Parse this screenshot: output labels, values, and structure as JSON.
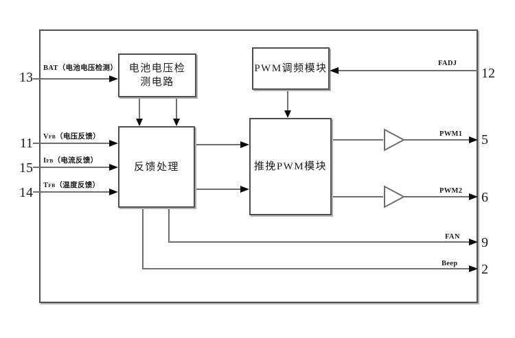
{
  "colors": {
    "bg": "#ffffff",
    "line": "#6e6e6e",
    "border": "#4f4f4f",
    "arrow": "#0a0a0a",
    "text": "#1a1a1a",
    "shadow": "#b0b0b0"
  },
  "blocks": {
    "battery_detect": {
      "line1": "电池电压检",
      "line2": "测电路"
    },
    "feedback": {
      "label": "反馈处理"
    },
    "pwm_freq": {
      "label": "PWM调频模块"
    },
    "push_pull": {
      "label": "推挽PWM模块"
    }
  },
  "pins": {
    "left": [
      {
        "number": "13",
        "signal": "BAT",
        "sub": "",
        "desc": "（电池电压检测）"
      },
      {
        "number": "11",
        "signal": "V",
        "sub": "FB",
        "desc": "（电压反馈）"
      },
      {
        "number": "15",
        "signal": "I",
        "sub": "FB",
        "desc": "（电流反馈）"
      },
      {
        "number": "14",
        "signal": "T",
        "sub": "FB",
        "desc": "（温度反馈）"
      }
    ],
    "right": [
      {
        "number": "12",
        "signal": "FADJ"
      },
      {
        "number": "5",
        "signal": "PWM1"
      },
      {
        "number": "6",
        "signal": "PWM2"
      },
      {
        "number": "9",
        "signal": "FAN"
      },
      {
        "number": "2",
        "signal": "Beep"
      }
    ]
  }
}
